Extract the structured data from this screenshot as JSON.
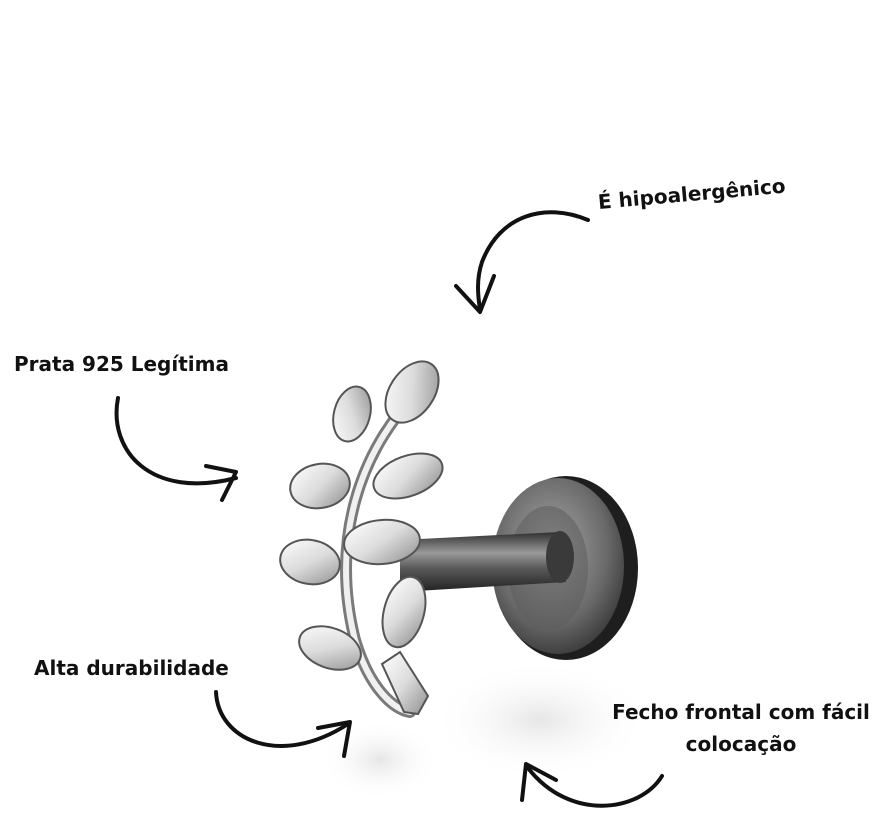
{
  "labels": {
    "hypoallergenic": "É hipoalergênico",
    "silver": "Prata 925 Legítima",
    "durability": "Alta durabilidade",
    "closure": "Fecho frontal com fácil colocação"
  },
  "colors": {
    "text": "#111111",
    "arrow": "#111111",
    "background": "#ffffff",
    "silver_light": "#f2f2f2",
    "silver_dark": "#3c3c3c"
  }
}
